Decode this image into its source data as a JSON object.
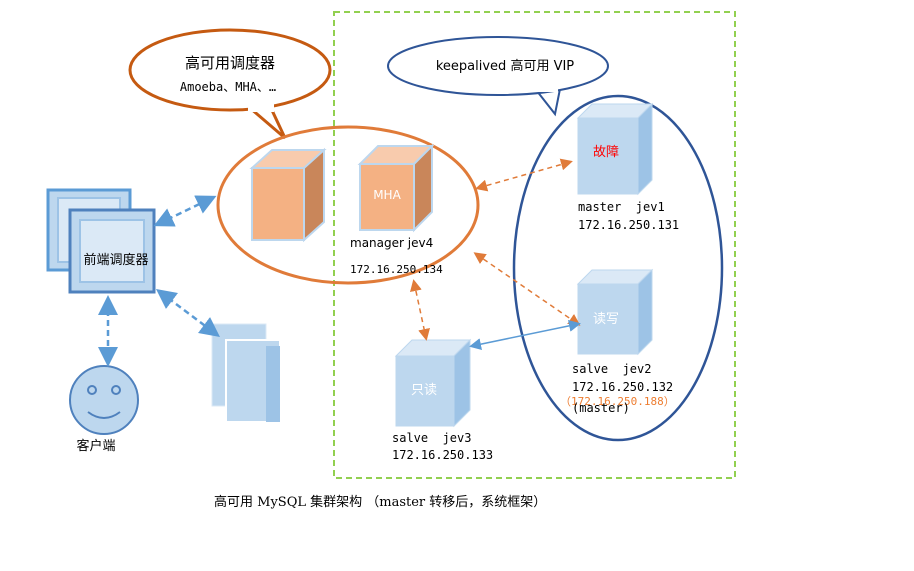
{
  "callouts": {
    "scheduler_title": "高可用调度器",
    "scheduler_subtitle": "Amoeba、MHA、…",
    "vip_label": "keepalived 高可用 VIP"
  },
  "frontend": {
    "label": "前端调度器"
  },
  "client": {
    "label": "客户端"
  },
  "mha": {
    "box_label": "MHA",
    "manager_label": "manager jev4",
    "manager_ip": "172.16.250.134"
  },
  "nodes": {
    "jev1": {
      "box_label": "故障",
      "name": "master  jev1",
      "ip": "172.16.250.131"
    },
    "jev2": {
      "box_label": "读写",
      "name": "salve  jev2",
      "ip": "172.16.250.132",
      "vip": "（172.16.250.188）",
      "role": "(master)"
    },
    "jev3": {
      "box_label": "只读",
      "name": "salve  jev3",
      "ip": "172.16.250.133"
    }
  },
  "caption": "高可用 MySQL 集群架构 （master 转移后，系统框架）",
  "colors": {
    "cube_blue_front": "#bdd7ee",
    "cube_blue_edge": "#9dc3e6",
    "cube_orange_front": "#f4b183",
    "orange_line": "#e07b39",
    "ellipse_orange": "#e07b39",
    "ellipse_blue": "#2f5597",
    "callout_border": "#c55a11",
    "dashed_frame": "#92d050",
    "fault_red": "#ff0000",
    "vip_orange": "#ed7d31"
  }
}
